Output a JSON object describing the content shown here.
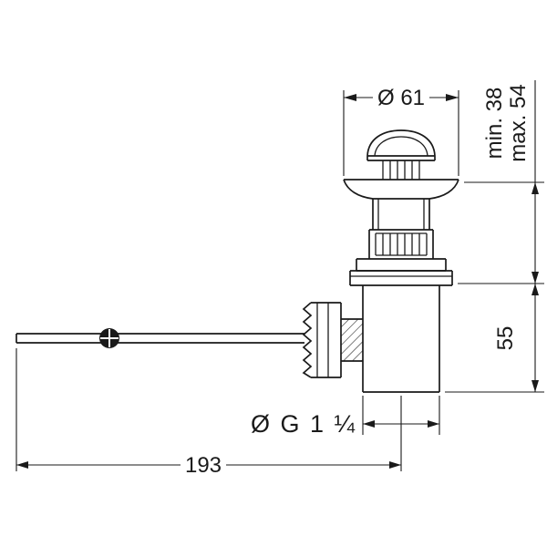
{
  "drawing": {
    "labels": {
      "top_diameter": "Ø 61",
      "height_min": "min. 38",
      "height_max": "max. 54",
      "lower_height": "55",
      "thread_size": "Ø G 1 ¼",
      "overall_length": "193"
    },
    "colors": {
      "line": "#1a1a1a",
      "background": "#ffffff"
    }
  }
}
